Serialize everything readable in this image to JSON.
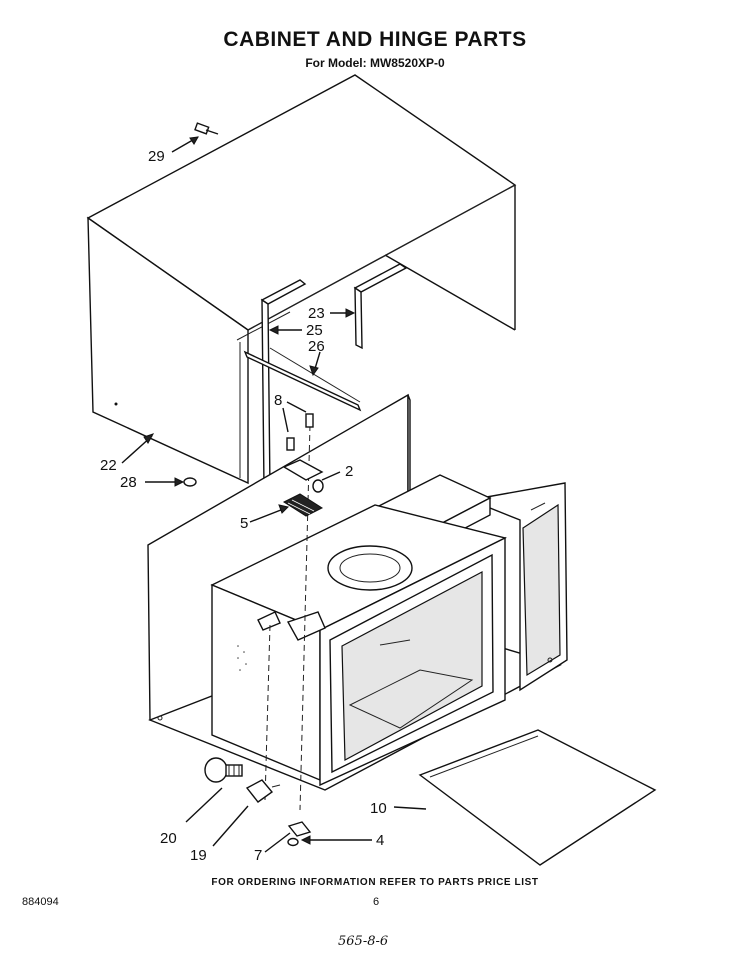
{
  "header": {
    "title": "CABINET AND HINGE PARTS",
    "subtitle": "For Model: MW8520XP-0"
  },
  "callouts": [
    {
      "id": "c29",
      "label": "29"
    },
    {
      "id": "c23",
      "label": "23"
    },
    {
      "id": "c25",
      "label": "25"
    },
    {
      "id": "c26",
      "label": "26"
    },
    {
      "id": "c8",
      "label": "8"
    },
    {
      "id": "c22",
      "label": "22"
    },
    {
      "id": "c28",
      "label": "28"
    },
    {
      "id": "c2",
      "label": "2"
    },
    {
      "id": "c5",
      "label": "5"
    },
    {
      "id": "c10",
      "label": "10"
    },
    {
      "id": "c4",
      "label": "4"
    },
    {
      "id": "c20",
      "label": "20"
    },
    {
      "id": "c19",
      "label": "19"
    },
    {
      "id": "c7",
      "label": "7"
    }
  ],
  "footer": {
    "note": "FOR ORDERING INFORMATION REFER TO PARTS PRICE LIST",
    "doc_number": "884094",
    "page_number": "6",
    "handwritten": "565-8-6"
  }
}
